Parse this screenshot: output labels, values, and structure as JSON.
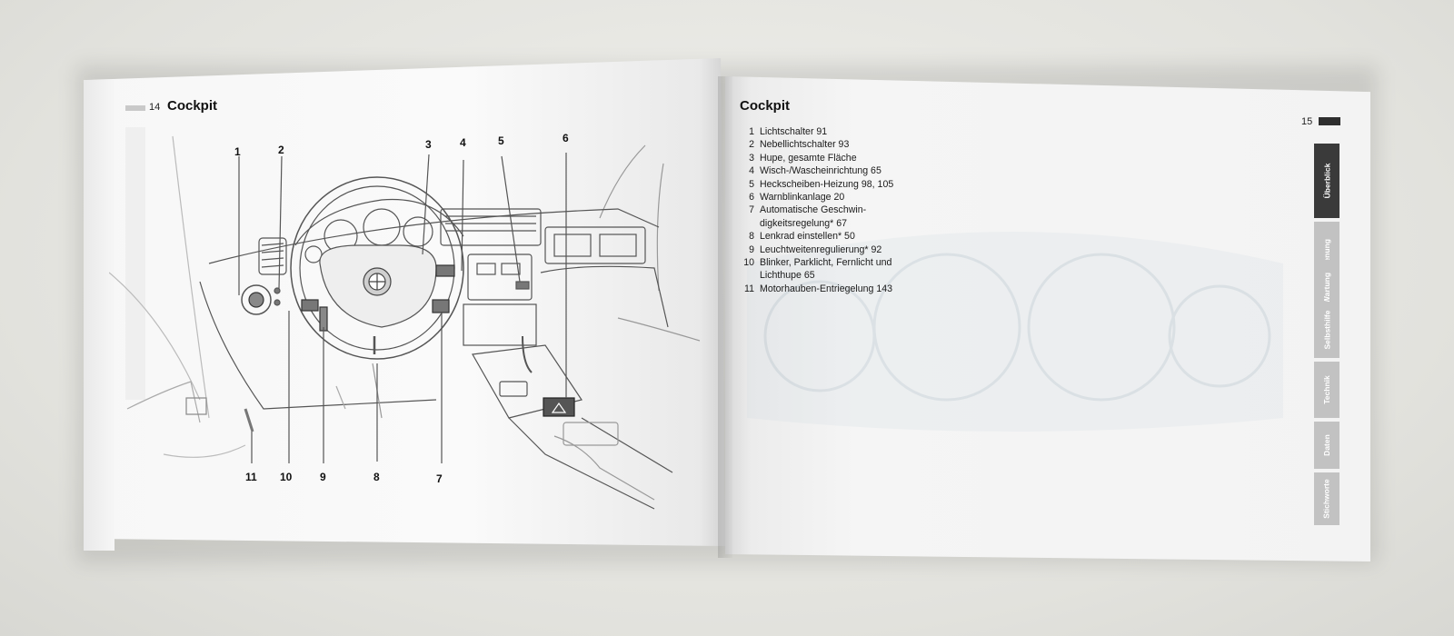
{
  "left_page": {
    "page_number": "14",
    "title": "Cockpit",
    "callouts": [
      "1",
      "2",
      "3",
      "4",
      "5",
      "6",
      "7",
      "8",
      "9",
      "10",
      "11"
    ]
  },
  "right_page": {
    "page_number": "15",
    "title": "Cockpit",
    "items": [
      {
        "num": "1",
        "text": "Lichtschalter  91"
      },
      {
        "num": "2",
        "text": "Nebellichtschalter  93"
      },
      {
        "num": "3",
        "text": "Hupe, gesamte Fläche"
      },
      {
        "num": "4",
        "text": "Wisch-/Wascheinrichtung  65"
      },
      {
        "num": "5",
        "text": "Heckscheiben-Heizung  98, 105"
      },
      {
        "num": "6",
        "text": "Warnblinkanlage  20"
      },
      {
        "num": "7",
        "text": "Automatische Geschwin-\ndigkeitsregelung*  67"
      },
      {
        "num": "8",
        "text": "Lenkrad einstellen*  50"
      },
      {
        "num": "9",
        "text": "Leuchtweitenregulierung*  92"
      },
      {
        "num": "10",
        "text": "Blinker, Parklicht, Fernlicht und\nLichthupe  65"
      },
      {
        "num": "11",
        "text": "Motorhauben-Entriegelung  143"
      }
    ],
    "side_tabs": [
      "Überblick",
      "Bedienung",
      "Wartung",
      "Selbsthilfe",
      "Technik",
      "Daten",
      "Stichworte"
    ]
  },
  "colors": {
    "tab_active": "#3a3a3a",
    "tab_inactive": "#c2c2c2",
    "line_art": "#555555"
  }
}
